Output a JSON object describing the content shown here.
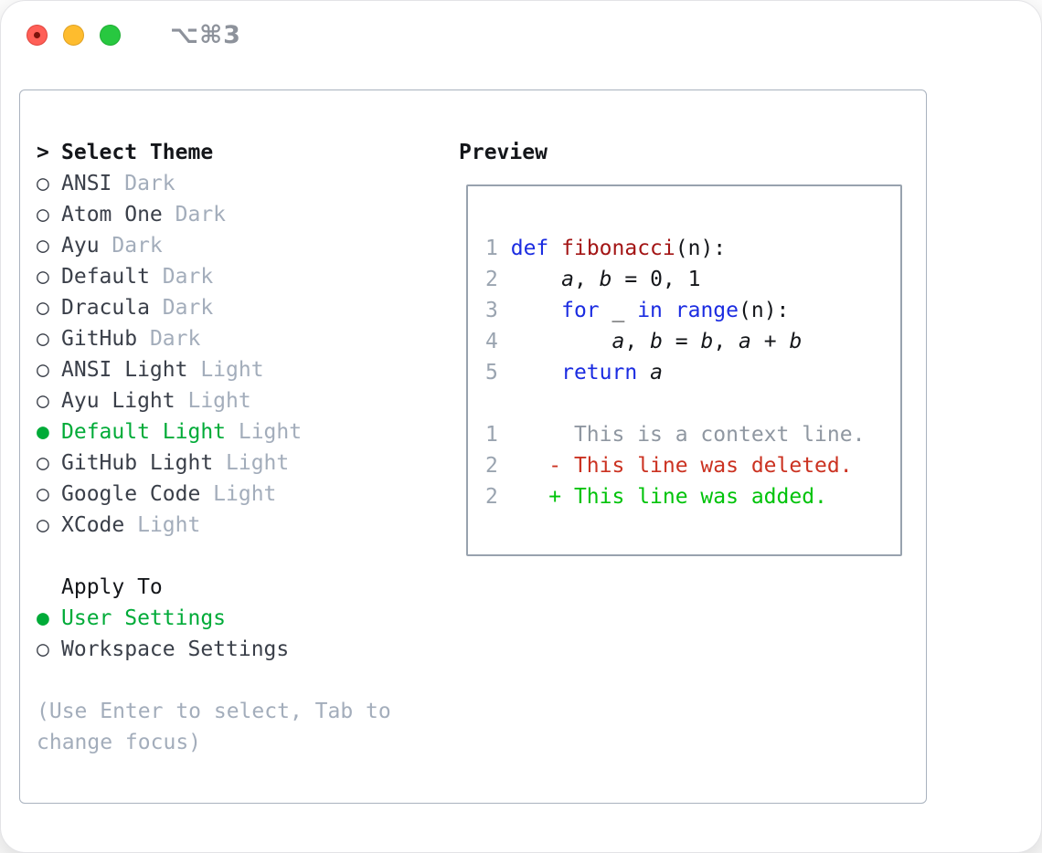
{
  "window": {
    "title": "⌥⌘3"
  },
  "icons": {
    "radio_unselected": "○",
    "radio_selected": "●",
    "focus_caret": ">",
    "deleted_marker": "-",
    "added_marker": "+"
  },
  "theme_picker": {
    "header": "Select Theme",
    "options": [
      {
        "name": "ANSI",
        "tag": "Dark",
        "selected": false
      },
      {
        "name": "Atom One",
        "tag": "Dark",
        "selected": false
      },
      {
        "name": "Ayu",
        "tag": "Dark",
        "selected": false
      },
      {
        "name": "Default",
        "tag": "Dark",
        "selected": false
      },
      {
        "name": "Dracula",
        "tag": "Dark",
        "selected": false
      },
      {
        "name": "GitHub",
        "tag": "Dark",
        "selected": false
      },
      {
        "name": "ANSI Light",
        "tag": "Light",
        "selected": false
      },
      {
        "name": "Ayu Light",
        "tag": "Light",
        "selected": false
      },
      {
        "name": "Default Light",
        "tag": "Light",
        "selected": true
      },
      {
        "name": "GitHub Light",
        "tag": "Light",
        "selected": false
      },
      {
        "name": "Google Code",
        "tag": "Light",
        "selected": false
      },
      {
        "name": "XCode",
        "tag": "Light",
        "selected": false
      }
    ],
    "apply_to": {
      "header": "Apply To",
      "options": [
        {
          "name": "User Settings",
          "selected": true
        },
        {
          "name": "Workspace Settings",
          "selected": false
        }
      ]
    },
    "hint_lines": [
      "(Use Enter to select, Tab to",
      "change focus)"
    ]
  },
  "preview": {
    "header": "Preview",
    "code_lines": [
      {
        "num": "1",
        "segments": [
          {
            "s": "kw",
            "t": "def"
          },
          {
            "s": "pl",
            "t": " "
          },
          {
            "s": "fn",
            "t": "fibonacci"
          },
          {
            "s": "pl",
            "t": "(n):"
          }
        ]
      },
      {
        "num": "2",
        "segments": [
          {
            "s": "pl",
            "t": "    "
          },
          {
            "s": "var",
            "t": "a"
          },
          {
            "s": "pl",
            "t": ", "
          },
          {
            "s": "var",
            "t": "b"
          },
          {
            "s": "pl",
            "t": " = 0, 1"
          }
        ]
      },
      {
        "num": "3",
        "segments": [
          {
            "s": "pl",
            "t": "    "
          },
          {
            "s": "kw",
            "t": "for"
          },
          {
            "s": "pl",
            "t": " _ "
          },
          {
            "s": "kw",
            "t": "in"
          },
          {
            "s": "pl",
            "t": " "
          },
          {
            "s": "kw",
            "t": "range"
          },
          {
            "s": "pl",
            "t": "(n):"
          }
        ]
      },
      {
        "num": "4",
        "segments": [
          {
            "s": "pl",
            "t": "        "
          },
          {
            "s": "var",
            "t": "a"
          },
          {
            "s": "pl",
            "t": ", "
          },
          {
            "s": "var",
            "t": "b"
          },
          {
            "s": "pl",
            "t": " = "
          },
          {
            "s": "var",
            "t": "b"
          },
          {
            "s": "pl",
            "t": ", "
          },
          {
            "s": "var",
            "t": "a"
          },
          {
            "s": "pl",
            "t": " + "
          },
          {
            "s": "var",
            "t": "b"
          }
        ]
      },
      {
        "num": "5",
        "segments": [
          {
            "s": "pl",
            "t": "    "
          },
          {
            "s": "kw",
            "t": "return"
          },
          {
            "s": "pl",
            "t": " "
          },
          {
            "s": "var",
            "t": "a"
          }
        ]
      }
    ],
    "diff_lines": [
      {
        "num": "1",
        "marker": " ",
        "text": " This is a context line.",
        "type": "context"
      },
      {
        "num": "2",
        "marker": "-",
        "text": " This line was deleted.",
        "type": "deleted"
      },
      {
        "num": "2",
        "marker": "+",
        "text": " This line was added.",
        "type": "added"
      }
    ]
  },
  "colors": {
    "accent_green": "#00ab38",
    "added_green": "#00c30a",
    "deleted_red": "#cb3221",
    "keyword_blue": "#1b2ce1",
    "function_red": "#a31515",
    "muted_gray": "#a3adbb",
    "line_number_gray": "#9aa4b0"
  }
}
